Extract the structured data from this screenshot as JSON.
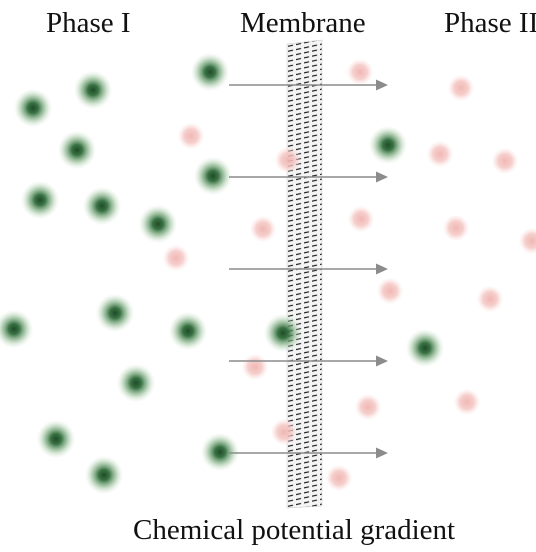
{
  "labels": {
    "left_phase": "Phase I",
    "membrane": "Membrane",
    "right_phase": "Phase II",
    "gradient": "Chemical potential gradient"
  },
  "colors": {
    "green_core": "#2f5f34",
    "green_halo": "#9fc59e",
    "pink_core": "#e8a7a4",
    "pink_halo": "#f7dddb",
    "arrow": "#8c8c8c",
    "membrane_fill": "#f0f0f0",
    "membrane_line": "#222222"
  },
  "arrows_count": 5
}
